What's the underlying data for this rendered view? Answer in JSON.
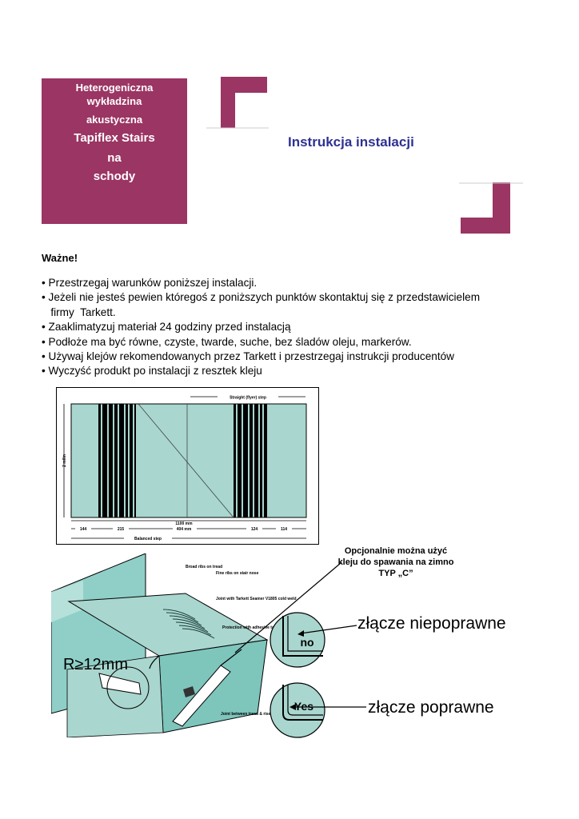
{
  "title_box": {
    "line1": "Heterogeniczna",
    "line2": "wykładzina",
    "line3": "akustyczna",
    "line4": "Tapiflex Stairs",
    "line5": "na",
    "line6": "schody"
  },
  "heading": "Instrukcja instalacji",
  "important_label": "Ważne!",
  "bullets": [
    "• Przestrzegaj warunków poniższej instalacji.",
    "• Jeżeli nie jesteś pewien któregoś z poniższych punktów skontaktuj się z przedstawicielem",
    "   firmy  Tarkett.",
    "• Zaaklimatyzuj materiał 24 godziny przed instalacją",
    "• Podłoże ma być równe, czyste, twarde, suche, bez śladów oleju, markerów.",
    "• Używaj klejów rekomendowanych przez Tarkett i przestrzegaj instrukcji producentów",
    "• Wyczyść produkt po instalacji z resztek kleju"
  ],
  "diagram1": {
    "top_label": "Straight (flyer) step",
    "side_label": "2 m/lin",
    "total_width": "1100 mm",
    "dims": [
      "144",
      "215",
      "404 mm",
      "124",
      "114"
    ],
    "bottom_label": "Balanced step"
  },
  "diagram2": {
    "note_line1": "Opcjonalnie można użyć",
    "note_line2": "kleju do spawania na zimno",
    "note_line3": "TYP „C”",
    "radius_label": "R≥12mm",
    "incorrect_label": "złącze niepoprawne",
    "correct_label": "złącze poprawne",
    "no_text": "no",
    "yes_text": "Yes",
    "callouts": [
      "Broad ribs on tread",
      "Fine ribs on stair nose",
      "Joint with Tarkett Seamer V1805 cold weld",
      "Protection with adhesive tape",
      "Joint between tread & riser"
    ]
  },
  "colors": {
    "brand": "#9b3563",
    "heading": "#2e3192",
    "sheet": "#a9d6cf"
  }
}
